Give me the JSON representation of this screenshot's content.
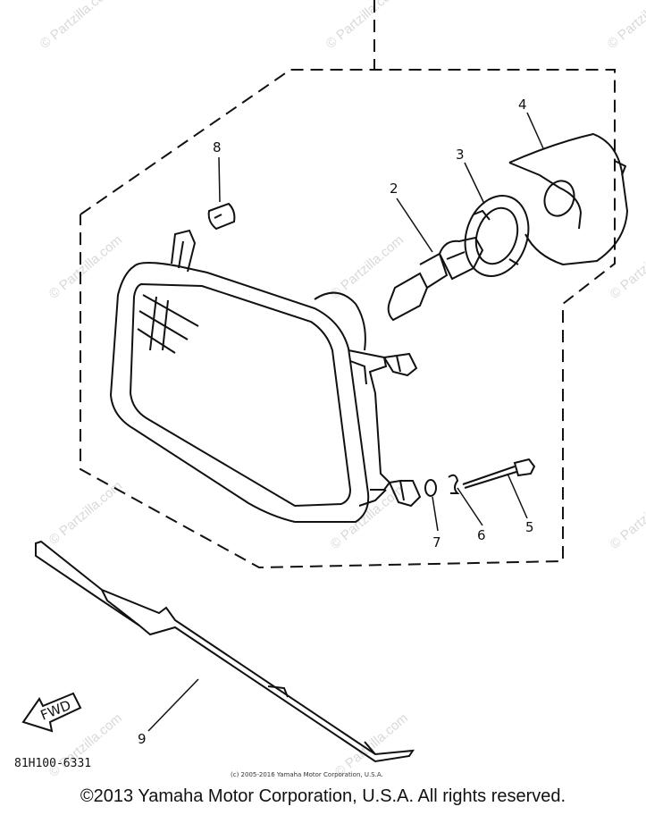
{
  "callouts": {
    "c1": "2",
    "c2": "3",
    "c3": "4",
    "c4": "5",
    "c5": "6",
    "c6": "7",
    "c7": "8",
    "c8": "9"
  },
  "fwd_label": "FWD",
  "diagram_code": "81H100-6331",
  "small_copyright": "(c) 2005-2016 Yamaha Motor Corporation, U.S.A.",
  "copyright": "©2013 Yamaha Motor Corporation, U.S.A. All rights reserved.",
  "watermark": "© Partzilla.com",
  "colors": {
    "ink": "#111111",
    "watermark": "#d9d9d9",
    "background": "#ffffff"
  }
}
